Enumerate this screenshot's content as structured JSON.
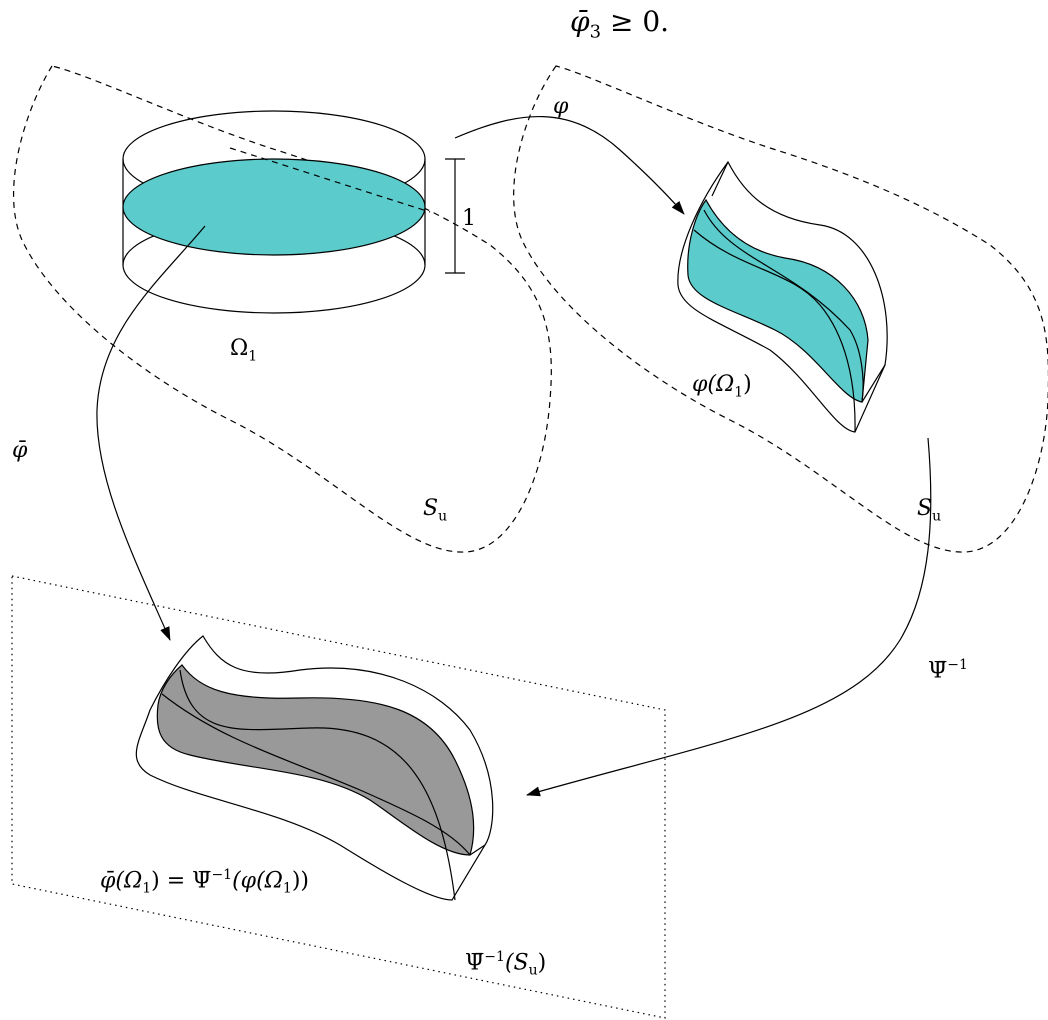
{
  "caption": {
    "var": "φ̄",
    "sub": "3",
    "rel": "≥ 0."
  },
  "labels": {
    "omega1": {
      "base": "Ω",
      "sub": "1"
    },
    "height": "1",
    "phi": "φ",
    "phi_omega": {
      "prefix": "φ(Ω",
      "sub": "1",
      "suffix": ")"
    },
    "phibar": "φ̄",
    "su_left": {
      "base": "S",
      "sub": "u"
    },
    "su_right": {
      "base": "S",
      "sub": "u"
    },
    "psi_inv": {
      "base": "Ψ̄",
      "sup": "−1"
    },
    "bottom_eq": {
      "p1": "φ̄(Ω",
      "s1": "1",
      "p2": ") = Ψ̄",
      "sup": "−1",
      "p3": "(φ(Ω",
      "s2": "1",
      "p4": "))"
    },
    "psi_su": {
      "base": "Ψ̄",
      "sup": "−1",
      "p2": "(S",
      "sub": "u",
      "p3": ")"
    }
  },
  "colors": {
    "teal": "#5bcbcb",
    "gray": "#999999",
    "ink": "#000000"
  }
}
